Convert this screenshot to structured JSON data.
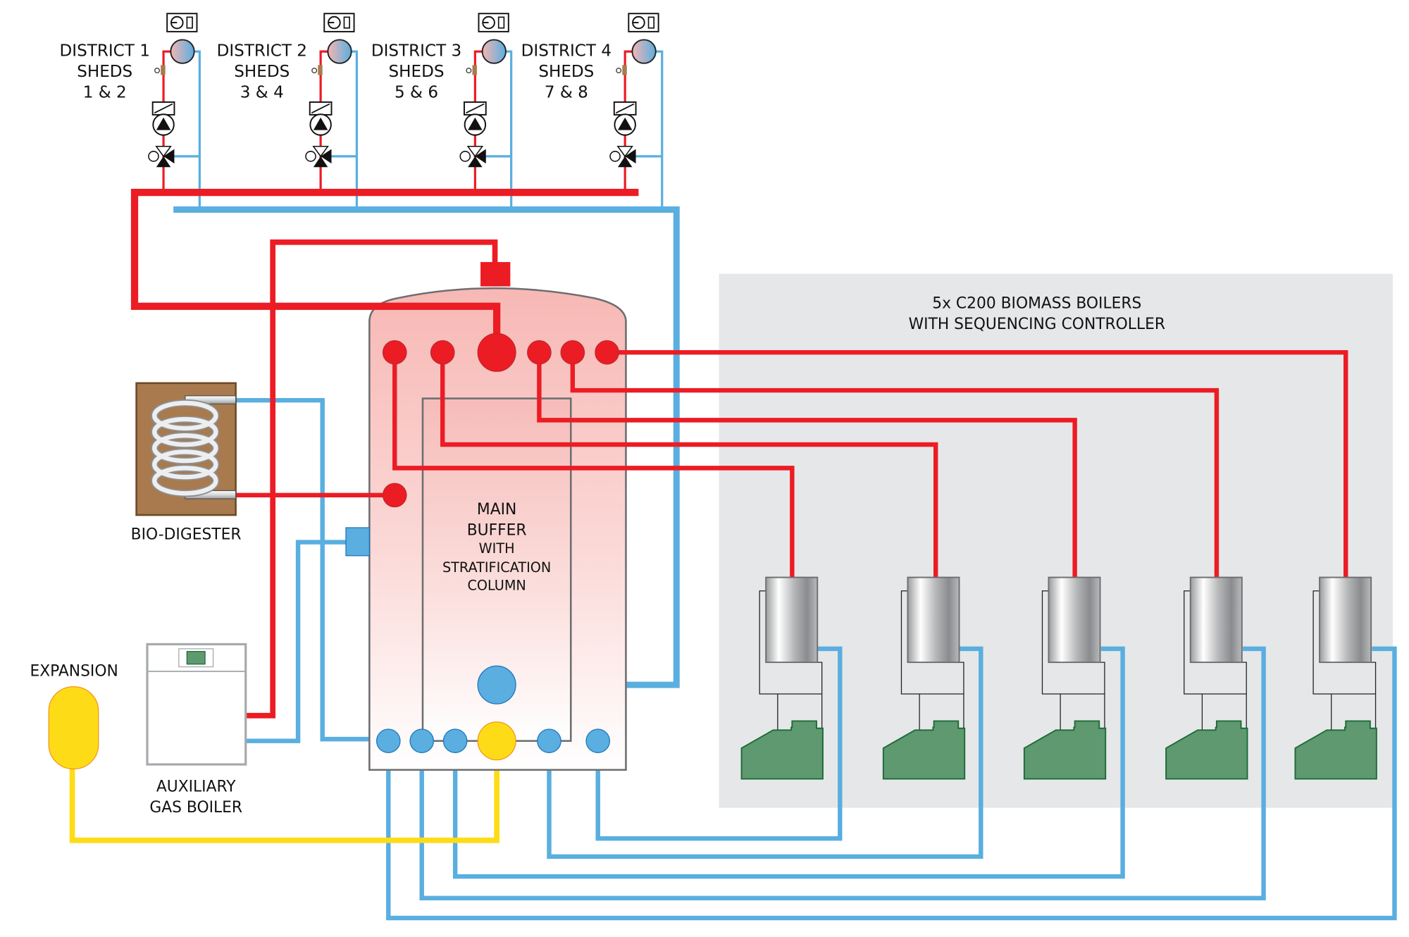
{
  "title": "District Heating Schematic",
  "colors": {
    "flow_hot": "#ec1c24",
    "return_cold": "#5aaee0",
    "expansion": "#fddc17",
    "boiler_panel": "#e6e7e8",
    "burner_green": "#5e9970",
    "digester_brown": "#a87a4d",
    "buffer_tint": "#f7bdbb"
  },
  "districts": [
    {
      "name": "DISTRICT 1",
      "line2": "SHEDS",
      "line3": "1 & 2"
    },
    {
      "name": "DISTRICT 2",
      "line2": "SHEDS",
      "line3": "3 & 4"
    },
    {
      "name": "DISTRICT 3",
      "line2": "SHEDS",
      "line3": "5 & 6"
    },
    {
      "name": "DISTRICT 4",
      "line2": "SHEDS",
      "line3": "7 & 8"
    }
  ],
  "district_components": [
    "thermostat-controller",
    "heat-emitter",
    "temperature-sensor",
    "actuator",
    "circulation-pump",
    "three-way-mixing-valve"
  ],
  "buffer": {
    "line1": "MAIN",
    "line2": "BUFFER",
    "line3": "WITH",
    "line4": "STRATIFICATION",
    "line5": "COLUMN"
  },
  "biomass": {
    "line1": "5x C200 BIOMASS BOILERS",
    "line2": "WITH SEQUENCING CONTROLLER",
    "boiler_count": 5
  },
  "bio_digester": {
    "label": "BIO-DIGESTER"
  },
  "expansion": {
    "label": "EXPANSION"
  },
  "aux_boiler": {
    "line1": "AUXILIARY",
    "line2": "GAS BOILER"
  }
}
